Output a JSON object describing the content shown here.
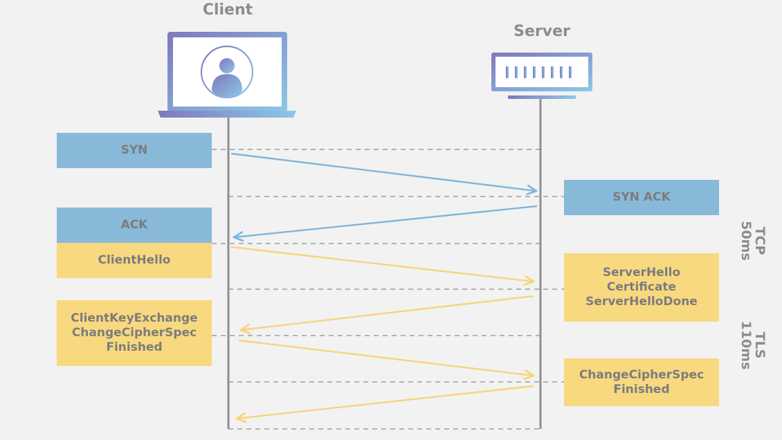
{
  "client": {
    "label": "Client"
  },
  "server": {
    "label": "Server"
  },
  "messages": {
    "syn": [
      "SYN"
    ],
    "syn_ack": [
      "SYN ACK"
    ],
    "ack": [
      "ACK"
    ],
    "client_hello": [
      "ClientHello"
    ],
    "server_hello": [
      "ServerHello",
      "Certificate",
      "ServerHelloDone"
    ],
    "client_key_exchange": [
      "ClientKeyExchange",
      "ChangeCipherSpec",
      "Finished"
    ],
    "server_finished": [
      "ChangeCipherSpec",
      "Finished"
    ]
  },
  "phases": {
    "tcp": {
      "name": "TCP",
      "duration": "50ms"
    },
    "tls": {
      "name": "TLS",
      "duration": "110ms"
    }
  },
  "colors": {
    "tcp": "#88b9d9",
    "tls": "#f8d97f",
    "device_gradient_start": "#7f78bd",
    "device_gradient_end": "#8cc8e6"
  }
}
